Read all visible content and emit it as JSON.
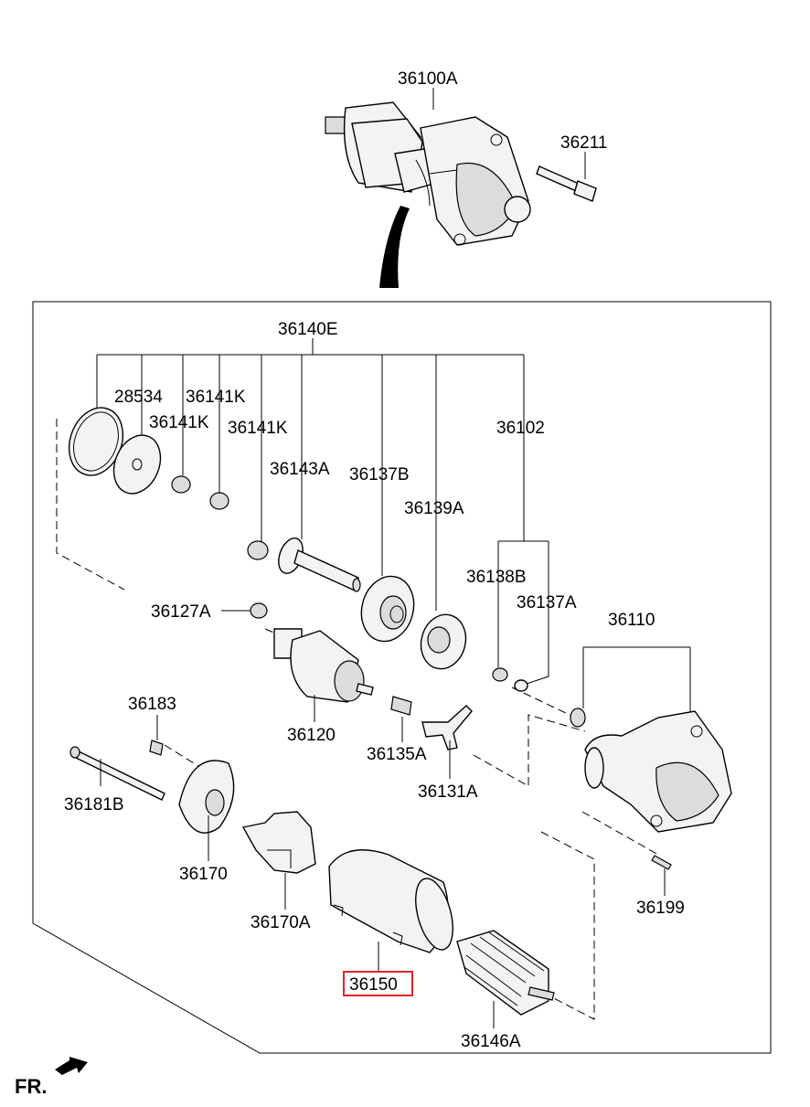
{
  "labels": {
    "starter_assy": "36100A",
    "bolt": "36211",
    "kit": "36140E",
    "gasket": "28534",
    "gear_a": "36141K",
    "gear_b": "36141K",
    "gear_c": "36141K",
    "shaft": "36143A",
    "clutch": "36137B",
    "pinion": "36139A",
    "housing_kit": "36102",
    "bush": "36138B",
    "ring": "36137A",
    "housing": "36110",
    "nut": "36127A",
    "solenoid": "36120",
    "screw": "36183",
    "holder": "36135A",
    "lever": "36131A",
    "through_bolt": "36181B",
    "end_frame": "36170",
    "brush_holder": "36170A",
    "yoke": "36150",
    "armature": "36146A",
    "housing_bolt": "36199"
  },
  "highlighted_part": "36150",
  "highlight_color": "#e0262b",
  "direction": {
    "label": "FR.",
    "icon": "front-arrow-icon"
  }
}
